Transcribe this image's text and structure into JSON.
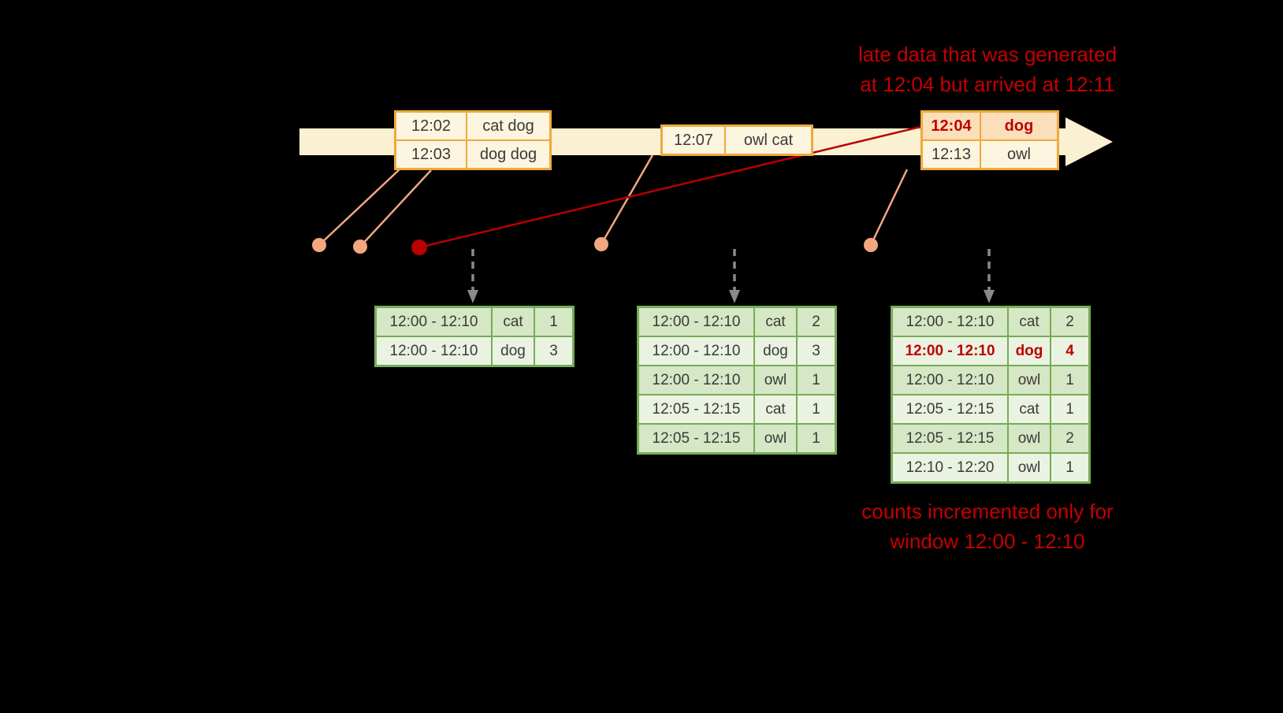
{
  "annotations": {
    "late_data_line1": "late data that was generated",
    "late_data_line2": "at 12:04 but arrived at 12:11",
    "counts_line1": "counts incremented only for",
    "counts_line2": "window 12:00 - 12:10"
  },
  "timeline": {
    "events": [
      {
        "rows": [
          {
            "time": "12:02",
            "words": "cat dog"
          },
          {
            "time": "12:03",
            "words": "dog dog"
          }
        ]
      },
      {
        "rows": [
          {
            "time": "12:07",
            "words": "owl cat"
          }
        ]
      },
      {
        "rows": [
          {
            "time": "12:04",
            "words": "dog",
            "late": true
          },
          {
            "time": "12:13",
            "words": "owl"
          }
        ]
      }
    ]
  },
  "result_tables": [
    {
      "rows": [
        {
          "window": "12:00 - 12:10",
          "word": "cat",
          "count": "1"
        },
        {
          "window": "12:00 - 12:10",
          "word": "dog",
          "count": "3"
        }
      ]
    },
    {
      "rows": [
        {
          "window": "12:00 - 12:10",
          "word": "cat",
          "count": "2"
        },
        {
          "window": "12:00 - 12:10",
          "word": "dog",
          "count": "3"
        },
        {
          "window": "12:00 - 12:10",
          "word": "owl",
          "count": "1"
        },
        {
          "window": "12:05 - 12:15",
          "word": "cat",
          "count": "1"
        },
        {
          "window": "12:05 - 12:15",
          "word": "owl",
          "count": "1"
        }
      ]
    },
    {
      "rows": [
        {
          "window": "12:00 - 12:10",
          "word": "cat",
          "count": "2"
        },
        {
          "window": "12:00 - 12:10",
          "word": "dog",
          "count": "4",
          "late": true
        },
        {
          "window": "12:00 - 12:10",
          "word": "owl",
          "count": "1"
        },
        {
          "window": "12:05 - 12:15",
          "word": "cat",
          "count": "1"
        },
        {
          "window": "12:05 - 12:15",
          "word": "owl",
          "count": "2"
        },
        {
          "window": "12:10 - 12:20",
          "word": "owl",
          "count": "1"
        }
      ]
    }
  ],
  "icons": {
    "timeline_arrow": "→",
    "trigger_arrow": "↓"
  },
  "colors": {
    "background": "#000000",
    "timeline_band": "#faf0d2",
    "event_border": "#efa93c",
    "event_fill": "#fcf5e0",
    "late_row_fill": "#fadfba",
    "accent_red": "#c00000",
    "salmon": "#f2a77e",
    "result_border": "#76ac57",
    "result_fill_dark": "#d5e7c4",
    "result_fill_light": "#eaf3e2",
    "dashed_arrow_gray": "#8a8a8a"
  }
}
